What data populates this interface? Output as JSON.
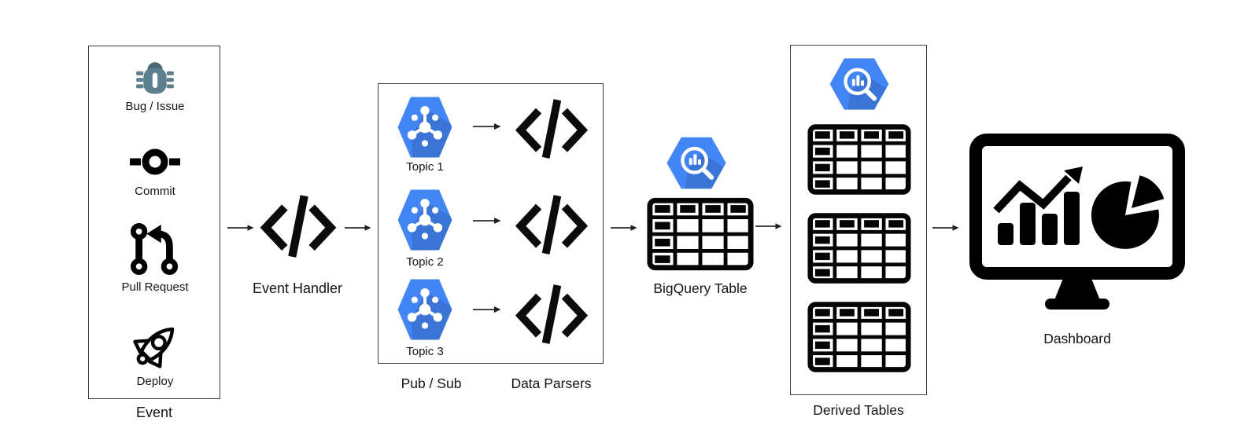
{
  "event_group": {
    "label": "Event",
    "items": [
      {
        "icon": "bug-icon",
        "label": "Bug / Issue"
      },
      {
        "icon": "commit-icon",
        "label": "Commit"
      },
      {
        "icon": "pull-request-icon",
        "label": "Pull Request"
      },
      {
        "icon": "rocket-icon",
        "label": "Deploy"
      }
    ]
  },
  "event_handler": {
    "icon": "code-icon",
    "label": "Event Handler"
  },
  "pubsub": {
    "group_label": "Pub / Sub",
    "parsers_label": "Data Parsers",
    "topic_icon": "pubsub-hexagon-icon",
    "parser_icon": "code-icon",
    "topics": [
      {
        "label": "Topic 1"
      },
      {
        "label": "Topic 2"
      },
      {
        "label": "Topic 3"
      }
    ]
  },
  "bigquery": {
    "icon": "bigquery-hexagon-icon",
    "table_icon": "table-grid-icon",
    "label": "BigQuery Table"
  },
  "derived_tables": {
    "icon": "bigquery-hexagon-icon",
    "table_icon": "table-grid-icon",
    "table_count": 3,
    "label": "Derived Tables"
  },
  "dashboard": {
    "icon": "monitor-chart-icon",
    "label": "Dashboard"
  },
  "colors": {
    "gcp_blue": "#4285f4",
    "bug_body": "#5d7f8e",
    "bug_head": "#4c6672",
    "ink": "#0a0a0a",
    "box_border": "#3a3a3a"
  }
}
